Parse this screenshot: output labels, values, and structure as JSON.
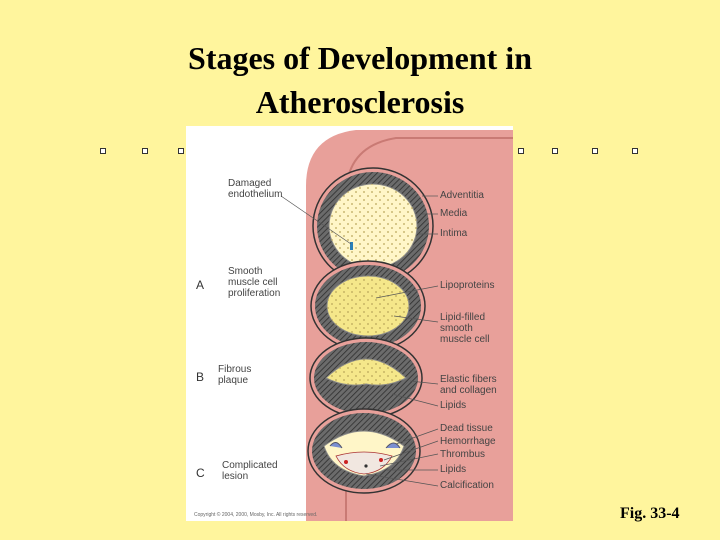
{
  "slide": {
    "title_line1": "Stages of Development in",
    "title_line2": "Atherosclerosis",
    "figure_number": "Fig. 33-4"
  },
  "figure": {
    "left_labels": {
      "damaged_endothelium": "Damaged endothelium",
      "smooth_muscle_prolif": "Smooth muscle cell proliferation",
      "fibrous_plaque": "Fibrous plaque",
      "complicated_lesion": "Complicated lesion"
    },
    "stages": [
      "A",
      "B",
      "C"
    ],
    "right_labels": [
      "Adventitia",
      "Media",
      "Intima",
      "Lipoproteins",
      "Lipid-filled smooth muscle cell",
      "Elastic fibers and collagen",
      "Lipids",
      "Dead tissue",
      "Hemorrhage",
      "Thrombus",
      "Lipids",
      "Calcification"
    ],
    "copyright": "Copyright © 2004, 2000, Mosby, Inc. All rights reserved."
  },
  "colors": {
    "background": "#FFF59D",
    "artery_outer": "#E8A09A",
    "media": "#5A5A5A",
    "intima": "#FFF6C8",
    "lipid": "#F5E78A"
  }
}
